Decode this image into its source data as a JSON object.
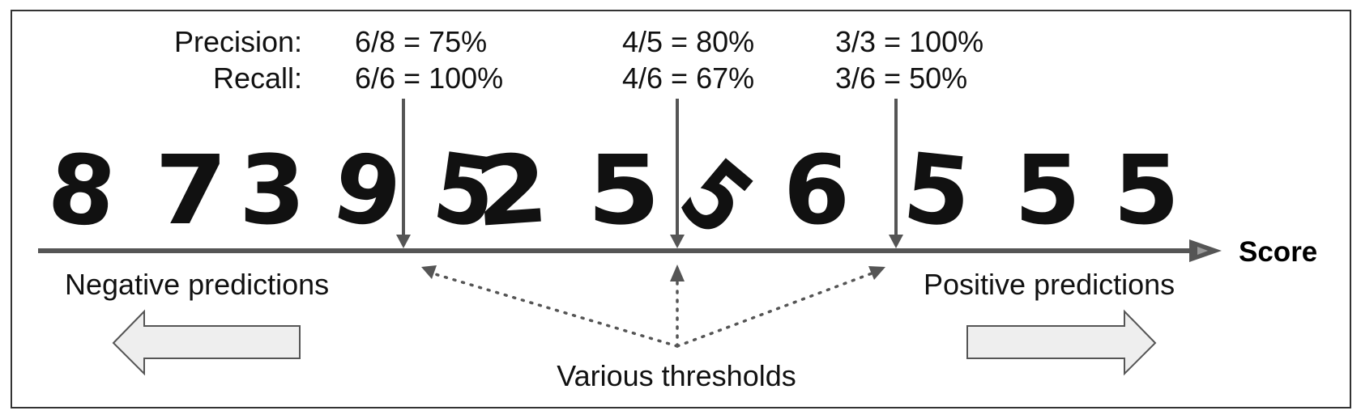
{
  "labels": {
    "precision": "Precision:",
    "recall": "Recall:",
    "score": "Score",
    "negative": "Negative predictions",
    "positive": "Positive predictions",
    "thresholds": "Various thresholds"
  },
  "thresholds": [
    {
      "precision": "6/8 = 75%",
      "recall": "6/6 = 100%"
    },
    {
      "precision": "4/5 = 80%",
      "recall": "4/6 = 67%"
    },
    {
      "precision": "3/3 = 100%",
      "recall": "3/6 = 50%"
    }
  ],
  "digits": [
    "8",
    "7",
    "3",
    "9",
    "5",
    "2",
    "5",
    "5",
    "6",
    "5",
    "5",
    "5"
  ],
  "colors": {
    "axis": "#555555",
    "arrow_fill": "#eeeeee",
    "border": "#333333"
  }
}
